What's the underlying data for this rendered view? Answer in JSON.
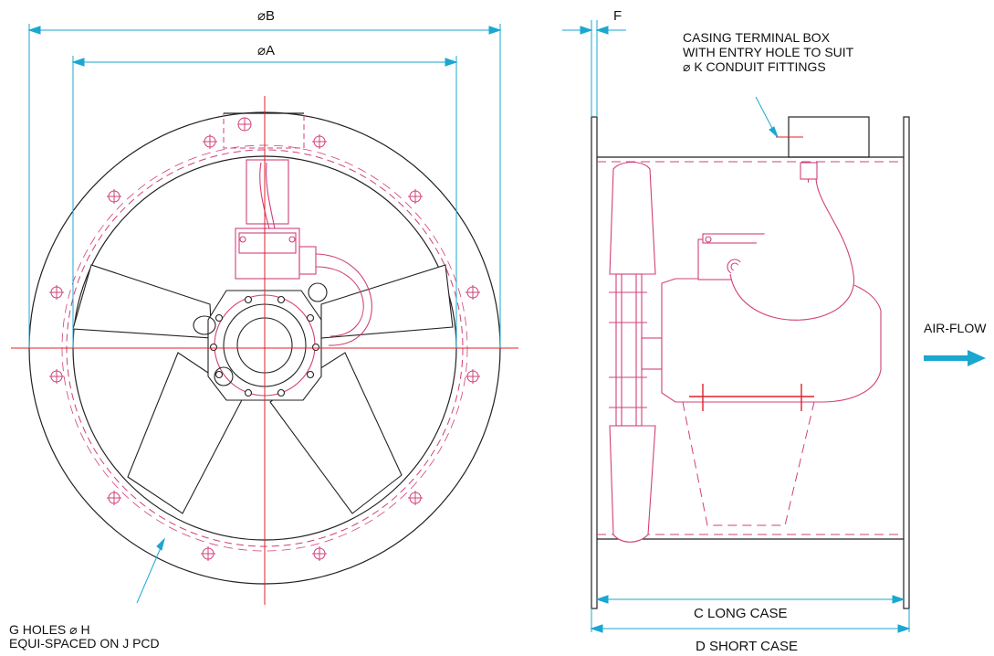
{
  "dimensions": {
    "dia_b": "⌀B",
    "dia_a": "⌀A",
    "f": "F",
    "c": "C  LONG CASE",
    "d": "D  SHORT CASE"
  },
  "notes": {
    "terminal_box": [
      "CASING TERMINAL BOX",
      "WITH ENTRY HOLE TO SUIT",
      "⌀ K CONDUIT FITTINGS"
    ],
    "holes": [
      "G HOLES ⌀ H",
      "EQUI-SPACED ON J PCD"
    ]
  },
  "airflow": {
    "label": "AIR-FLOW"
  },
  "colors": {
    "dimension": "#1aa7d0",
    "centerline": "#e0202a",
    "motor": "#d0407a",
    "outline": "#222222"
  }
}
